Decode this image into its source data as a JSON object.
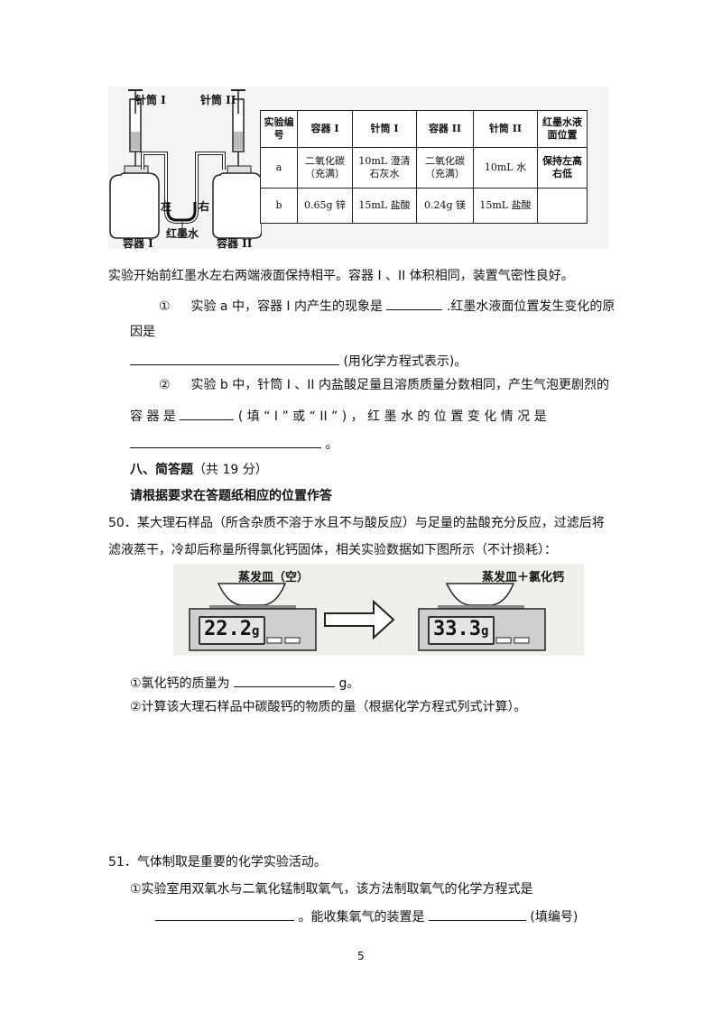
{
  "figure1": {
    "syringe1_label": "针筒 I",
    "syringe2_label": "针筒 II",
    "left_label": "左",
    "right_label": "右",
    "ink_label": "红墨水",
    "container1_label": "容器 I",
    "container2_label": "容器 II",
    "table": {
      "headers": [
        "实验编号",
        "容器 I",
        "针筒 I",
        "容器 II",
        "针筒 II",
        "红墨水液面位置"
      ],
      "rows": [
        [
          "a",
          "二氧化碳（充满）",
          "10mL 澄清石灰水",
          "二氧化碳（充满）",
          "10mL 水",
          "保持左高右低"
        ],
        [
          "b",
          "0.65g 锌",
          "15mL 盐酸",
          "0.24g 镁",
          "15mL 盐酸",
          ""
        ]
      ]
    }
  },
  "text": {
    "intro": "实验开始前红墨水左右两端液面保持相平。容器 I 、II 体积相同，装置气密性良好。",
    "q1_mark": "①",
    "q1_a": "实验 a 中，容器 I 内产生的现象是",
    "q1_b": ".红墨水液面位置发生变化的原",
    "q1_c": "因是",
    "q1_d": "(用化学方程式表示)。",
    "q2_mark": "②",
    "q2_a": "实验 b 中，针筒 I 、II 内盐酸足量且溶质质量分数相同，产生气泡更剧烈的",
    "q2_b1": "容 器 是",
    "q2_b2": "( 填 “ I ” 或 “ II ” ) ， 红 墨 水 的 位 置 变 化 情 况 是",
    "q2_c": "。",
    "section_title": "八、简答题",
    "section_score": "（共 19 分）",
    "instruction": "请根据要求在答题纸相应的位置作答",
    "q50_a": "50．某大理石样品（所含杂质不溶于水且不与酸反应）与足量的盐酸充分反应，过滤后将",
    "q50_b": "滤液蒸干，冷却后称量所得氯化钙固体，相关实验数据如下图所示（不计损耗）：",
    "q50_1a": "①氯化钙的质量为",
    "q50_1b": "g。",
    "q50_2": "②计算该大理石样品中碳酸钙的物质的量（根据化学方程式列式计算）。",
    "q51": "51．气体制取是重要的化学实验活动。",
    "q51_1": "①实验室用双氧水与二氧化锰制取氧气，该方法制取氧气的化学方程式是",
    "q51_2a": "。能收集氧气的装置是",
    "q51_2b": "(填编号)",
    "page_number": "5"
  },
  "figure2": {
    "left_label": "蒸发皿（空）",
    "left_reading": "22.2",
    "right_label": "蒸发皿＋氯化钙",
    "right_reading": "33.3",
    "unit": "g"
  }
}
